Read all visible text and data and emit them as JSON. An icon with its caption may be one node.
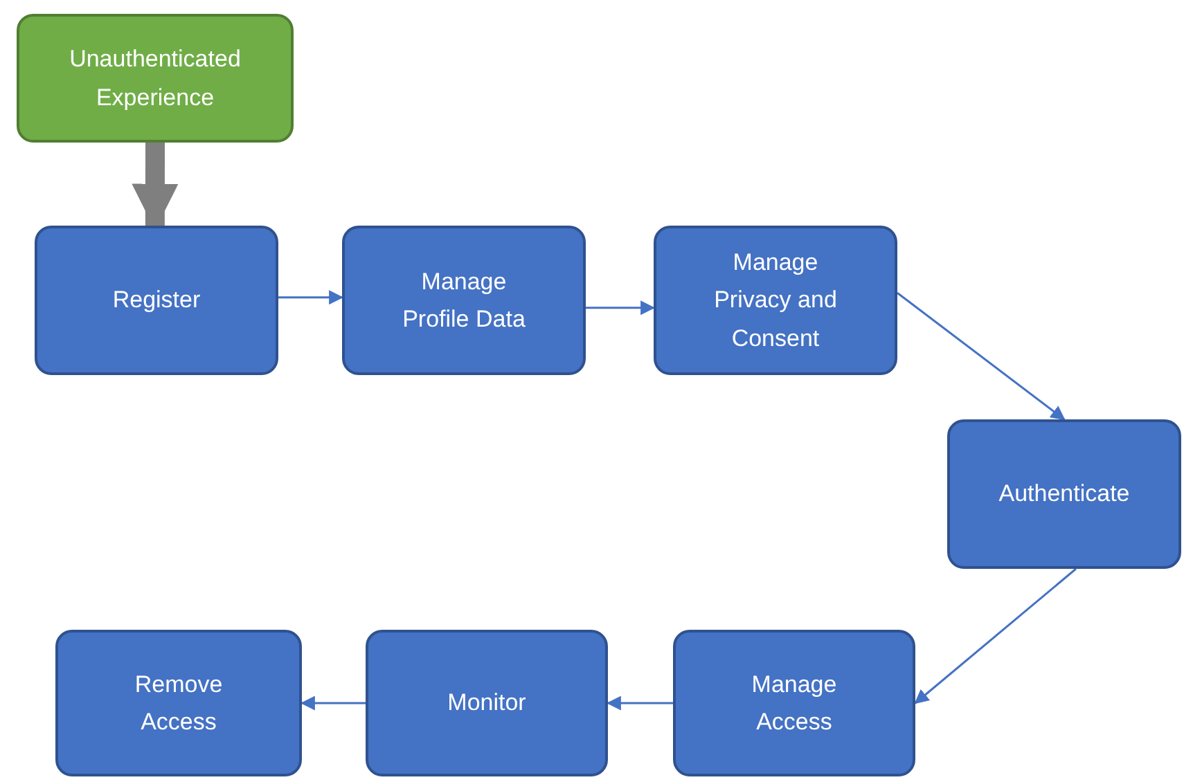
{
  "diagram": {
    "nodes": [
      {
        "text": [
          "Unauthenticated Experience"
        ]
      },
      {
        "text": [
          "Register"
        ]
      },
      {
        "text": [
          "Manage Profile Data"
        ]
      },
      {
        "text": [
          "Manage Privacy and Consent"
        ]
      },
      {
        "text": [
          "Authenticate"
        ]
      },
      {
        "text": [
          "Manage Access"
        ]
      },
      {
        "text": [
          "Monitor"
        ]
      },
      {
        "text": [
          "Remove Access"
        ]
      }
    ],
    "edges": [
      {
        "from": 0,
        "to": 1,
        "arrow": "to",
        "style": "thick",
        "color": "#7f7f7f"
      },
      {
        "from": 1,
        "to": 2,
        "arrow": "to"
      },
      {
        "from": 2,
        "to": 3,
        "arrow": "to"
      },
      {
        "from": 3,
        "to": 4,
        "arrow": "to"
      },
      {
        "from": 4,
        "to": 5,
        "arrow": "to"
      },
      {
        "from": 5,
        "to": 6,
        "arrow": "to"
      },
      {
        "from": 6,
        "to": 7,
        "arrow": "to"
      }
    ]
  }
}
